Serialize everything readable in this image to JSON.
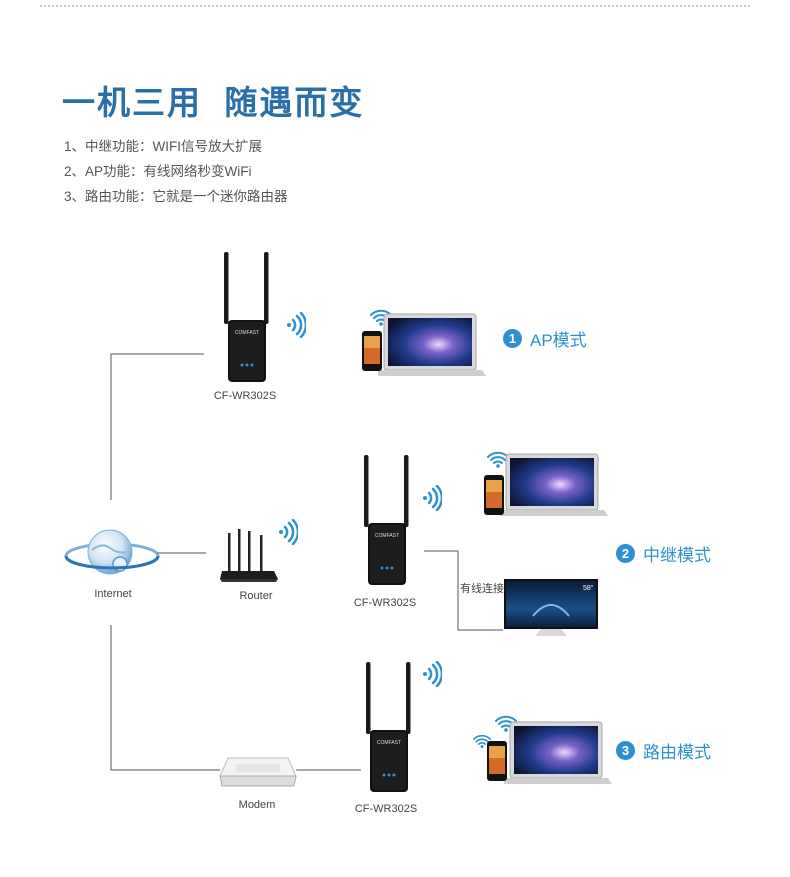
{
  "title": "一机三用  随遇而变",
  "features": [
    "1、中继功能：WIFI信号放大扩展",
    "2、AP功能：有线网络秒变WiFi",
    "3、路由功能：它就是一个迷你路由器"
  ],
  "devices": {
    "internet_label": "Internet",
    "router_label": "Router",
    "modem_label": "Modem",
    "extender_label": "CF-WR302S",
    "extender_brand": "COMFAST",
    "wired_label": "有线连接",
    "tv_badge": "58\""
  },
  "modes": [
    {
      "number": "1",
      "label": "AP模式"
    },
    {
      "number": "2",
      "label": "中继模式"
    },
    {
      "number": "3",
      "label": "路由模式"
    }
  ],
  "colors": {
    "title": "#2a6fa8",
    "accent": "#2e90d1",
    "line": "#555555"
  }
}
